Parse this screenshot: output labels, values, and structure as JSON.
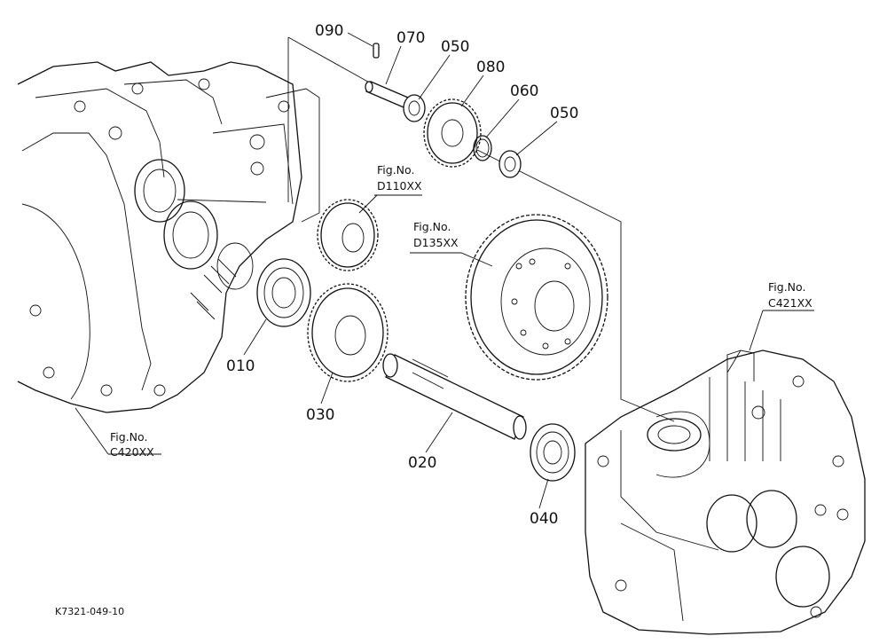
{
  "part_numbers": {
    "p090": "090",
    "p070": "070",
    "p050_top": "050",
    "p080": "080",
    "p060": "060",
    "p050_right": "050",
    "p010": "010",
    "p030": "030",
    "p020": "020",
    "p040": "040"
  },
  "figure_refs": {
    "d110": {
      "label": "Fig.No.",
      "code": "D110XX"
    },
    "d135": {
      "label": "Fig.No.",
      "code": "D135XX"
    },
    "c421": {
      "label": "Fig.No.",
      "code": "C421XX"
    },
    "c420": {
      "label": "Fig.No.",
      "code": "C420XX"
    }
  },
  "drawing_code": "K7321-049-10"
}
